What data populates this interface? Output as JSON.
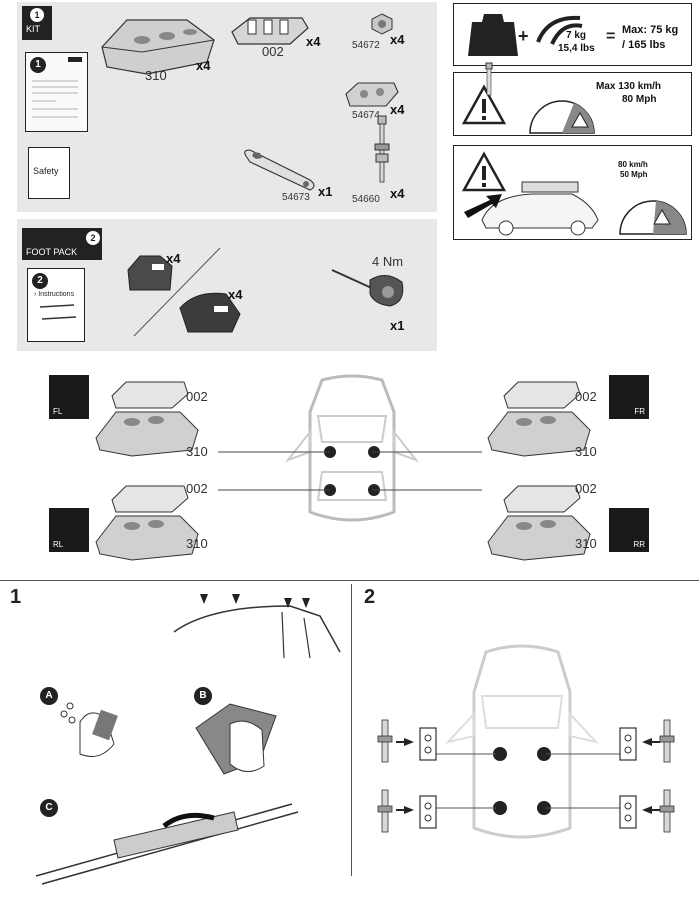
{
  "kit": {
    "badge_num": "1",
    "badge_text": "KIT",
    "booklet_num": "1",
    "safety_label": "Safety",
    "parts": [
      {
        "code": "310",
        "qty": "x4"
      },
      {
        "code": "002",
        "qty": "x4"
      },
      {
        "code": "54672",
        "qty": "x4"
      },
      {
        "code": "54674",
        "qty": "x4"
      },
      {
        "code": "54673",
        "qty": "x1"
      },
      {
        "code": "54660",
        "qty": "x4"
      }
    ]
  },
  "foot_pack": {
    "badge_num": "2",
    "badge_text": "FOOT PACK",
    "booklet_num": "2",
    "instructions_label": "› Instructions",
    "foot_qty_1": "x4",
    "foot_qty_2": "x4",
    "tool_torque": "4 Nm",
    "tool_qty": "x1"
  },
  "warnings": {
    "load_kg": "7 kg",
    "load_lbs": "15,4 lbs",
    "max_load": "Max: 75 kg",
    "max_load_lbs": "/ 165 lbs",
    "speed_max": "Max  130 km/h",
    "speed_mph": "80 Mph",
    "speed2_kmh": "80 km/h",
    "speed2_mph": "50 Mph"
  },
  "positions": {
    "fl": "FL",
    "fr": "FR",
    "rl": "RL",
    "rr": "RR",
    "part_top": "002",
    "part_bottom": "310"
  },
  "steps": {
    "step1": "1",
    "step2": "2",
    "sub_a": "A",
    "sub_b": "B",
    "sub_c": "C"
  }
}
